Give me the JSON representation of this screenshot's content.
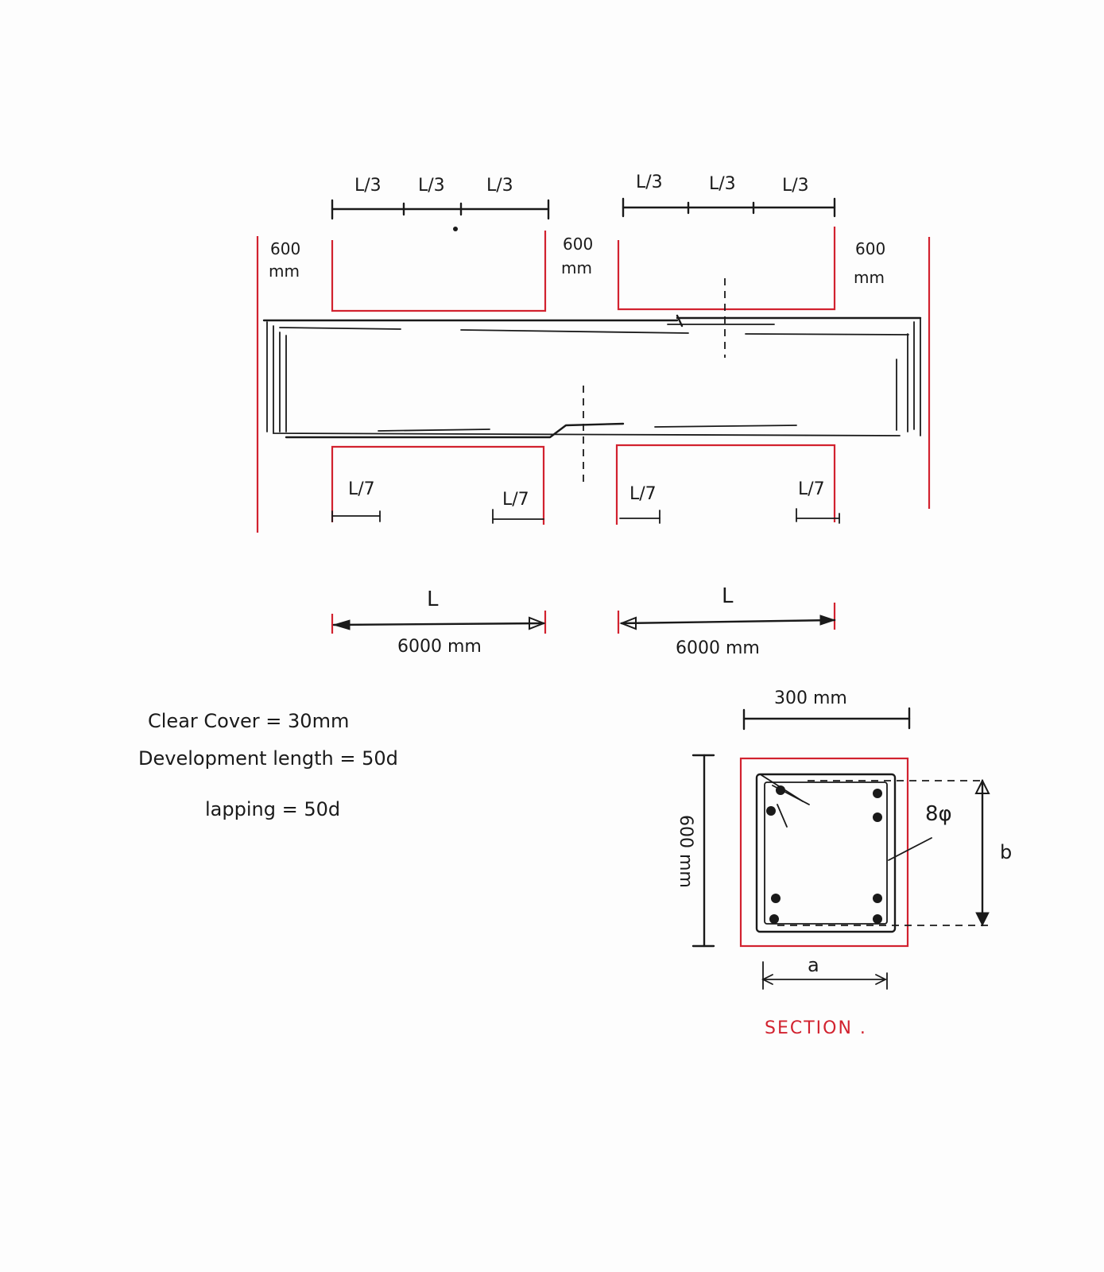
{
  "elevation": {
    "left_span": {
      "thirds_labels": [
        "L/3",
        "L/3",
        "L/3"
      ],
      "sevenths_labels": [
        "L/7",
        "L/7"
      ],
      "span_symbol": "L",
      "span_length": "6000 mm"
    },
    "right_span": {
      "thirds_labels": [
        "L/3",
        "L/3",
        "L/3"
      ],
      "sevenths_labels": [
        "L/7",
        "L/7"
      ],
      "span_symbol": "L",
      "span_length": "6000 mm"
    },
    "support_left": {
      "value": "600",
      "unit": "mm"
    },
    "support_middle": {
      "value": "600",
      "unit": "mm"
    },
    "support_right": {
      "value": "600",
      "unit": "mm"
    }
  },
  "notes": {
    "clear_cover": "Clear Cover = 30mm",
    "development_length": "Development length = 50d",
    "lapping": "lapping = 50d"
  },
  "section": {
    "width_label": "300 mm",
    "depth_label": "600 mm",
    "stirrup_label": "8φ",
    "dim_a": "a",
    "dim_b": "b",
    "title": "SECTION ."
  },
  "colors": {
    "ink": "#1a1a1a",
    "red": "#d2222f"
  }
}
